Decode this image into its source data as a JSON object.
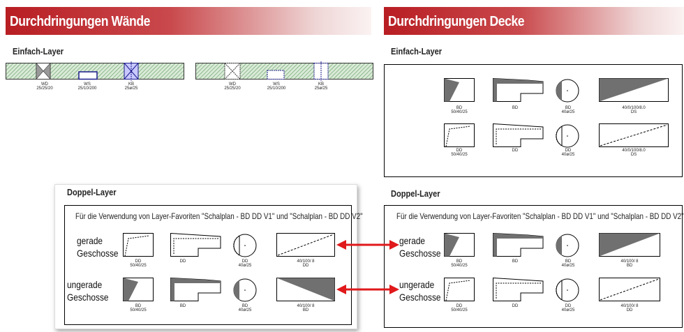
{
  "left_section": {
    "banner_title": "Durchdringungen Wände",
    "einfach_label": "Einfach-Layer",
    "wall1": {
      "labels": [
        {
          "type": "WD",
          "dim": "25/25/20"
        },
        {
          "type": "WS",
          "dim": "25/10/200"
        },
        {
          "type": "KB",
          "dim": "25ø/25"
        }
      ]
    },
    "wall2": {
      "labels": [
        {
          "type": "WD",
          "dim": "25/25/20"
        },
        {
          "type": "WS",
          "dim": "25/10/200"
        },
        {
          "type": "KB",
          "dim": "25ø/25"
        }
      ]
    },
    "doppel": {
      "title": "Doppel-Layer",
      "info": "Für die Verwendung von Layer-Favoriten \"Schalplan - BD DD V1\" und \"Schalplan - BD DD V2\"",
      "row1_label": [
        "gerade",
        "Geschosse"
      ],
      "row2_label": [
        "ungerade",
        "Geschosse"
      ],
      "row1": [
        {
          "l1": "DD",
          "l2": "50/40/25"
        },
        {
          "l1": "DD",
          "l2": ""
        },
        {
          "l1": "DD",
          "l2": "40ø/25"
        },
        {
          "l1": "40/100/ 8",
          "l2": "DD"
        }
      ],
      "row2": [
        {
          "l1": "BD",
          "l2": "50/40/25"
        },
        {
          "l1": "BD",
          "l2": ""
        },
        {
          "l1": "BD",
          "l2": "40ø/25"
        },
        {
          "l1": "40/100/ 8",
          "l2": "BD"
        }
      ]
    }
  },
  "right_section": {
    "banner_title": "Durchdringungen Decke",
    "einfach_label": "Einfach-Layer",
    "einfach": {
      "row1": [
        {
          "l1": "BD",
          "l2": "50/40/25"
        },
        {
          "l1": "BD",
          "l2": ""
        },
        {
          "l1": "BD",
          "l2": "40ø/25"
        },
        {
          "l1": "40/0/100/8.0",
          "l2": "DS"
        }
      ],
      "row2": [
        {
          "l1": "DD",
          "l2": "50/40/25"
        },
        {
          "l1": "DD",
          "l2": ""
        },
        {
          "l1": "DD",
          "l2": "40ø/25"
        },
        {
          "l1": "40/0/100/8.0",
          "l2": "DS"
        }
      ]
    },
    "doppel": {
      "title": "Doppel-Layer",
      "info": "Für die Verwendung von Layer-Favoriten \"Schalplan - BD DD V1\" und \"Schalplan - BD DD V2\"",
      "row1_label": [
        "gerade",
        "Geschosse"
      ],
      "row2_label": [
        "ungerade",
        "Geschosse"
      ],
      "row1": [
        {
          "l1": "BD",
          "l2": "50/40/25"
        },
        {
          "l1": "BD",
          "l2": ""
        },
        {
          "l1": "BD",
          "l2": "40ø/25"
        },
        {
          "l1": "40/100/ 8",
          "l2": "BD"
        }
      ],
      "row2": [
        {
          "l1": "DD",
          "l2": "50/40/25"
        },
        {
          "l1": "DD",
          "l2": ""
        },
        {
          "l1": "DD",
          "l2": "40ø/25"
        },
        {
          "l1": "40/100/ 8",
          "l2": "DD"
        }
      ]
    }
  },
  "colors": {
    "banner": "#b81e23",
    "arrow": "#e0191b",
    "hatch": "#7fb27f",
    "fill": "#707070"
  },
  "icons": [
    "rectangle-opening-symbol",
    "l-shape-opening-symbol",
    "circle-opening-symbol",
    "slot-opening-symbol",
    "double-arrow-icon"
  ]
}
